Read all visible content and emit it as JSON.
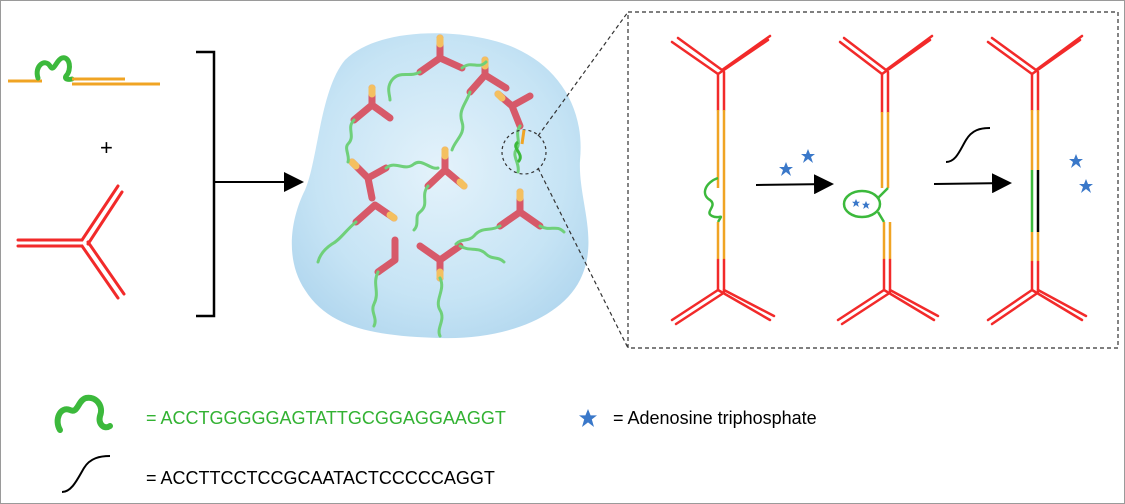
{
  "colors": {
    "aptamer_green": "#3cb93c",
    "linker_orange": "#f0a424",
    "y_scaffold_red": "#f22a2a",
    "atp_blue": "#3a78c9",
    "complement_black": "#000000",
    "hydrogel_blue": "#bcdff3",
    "legend_green_text": "#33b233"
  },
  "icons": {
    "aptamer": "green-wavy-strand-icon",
    "atp": "blue-star-icon",
    "complement": "black-curve-icon",
    "scaffold": "red-y-scaffold-icon"
  },
  "diagram": {
    "plus_symbol": "+"
  },
  "legend": {
    "aptamer_sequence": "= ACCTGGGGGAGTATTGCGGAGGAAGGT",
    "atp_label": "= Adenosine triphosphate",
    "complement_sequence": "= ACCTTCCTCCGCAATACTCCCCCAGGT"
  }
}
